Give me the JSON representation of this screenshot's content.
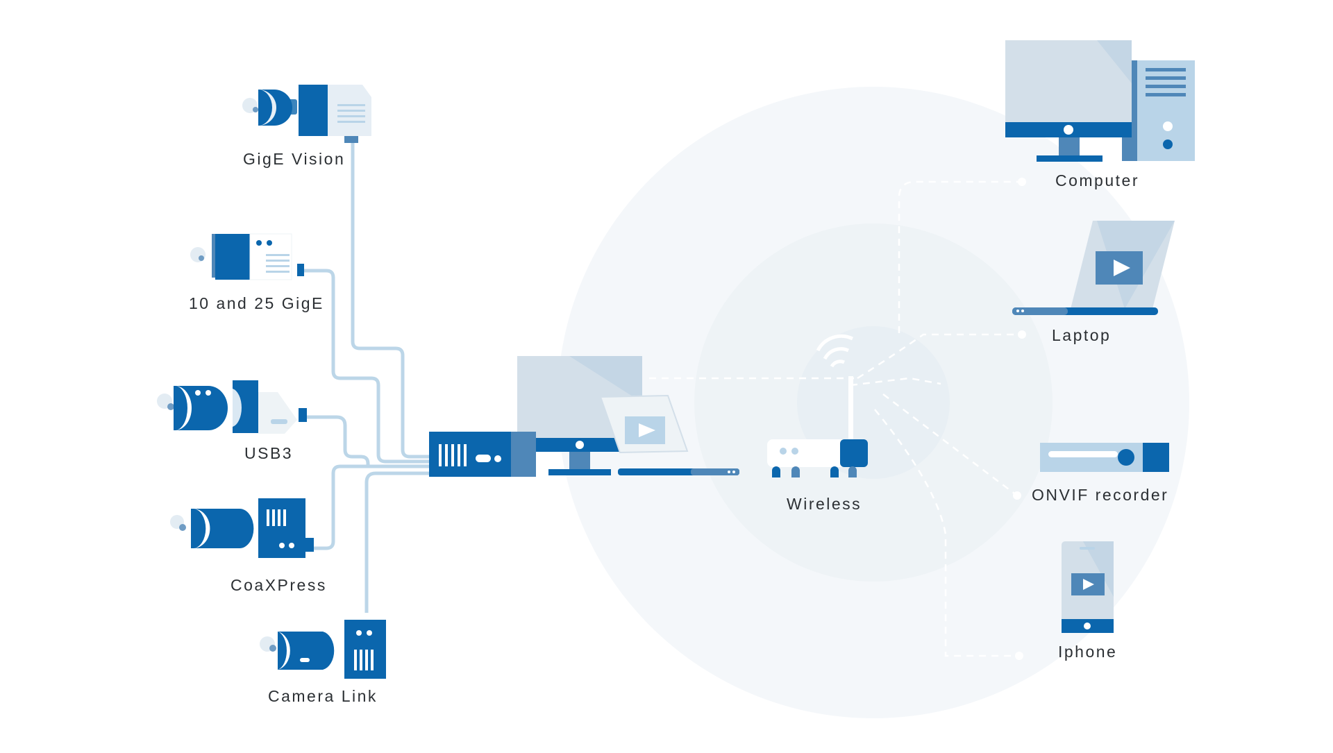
{
  "colors": {
    "primary_blue": "#0b66ad",
    "mid_blue": "#4f87b8",
    "light_blue": "#b9d4e8",
    "pale_blue": "#d3dfe9",
    "cable": "#bcd6e8",
    "circle_outer": "#f4f7fa",
    "circle_inner": "#eef3f6",
    "label_text": "#2b2f33"
  },
  "cameras": [
    {
      "label": "GigE Vision",
      "icon": "gige-vision-camera-icon"
    },
    {
      "label": "10 and 25 GigE",
      "icon": "10-25-gige-camera-icon"
    },
    {
      "label": "USB3",
      "icon": "usb3-camera-icon"
    },
    {
      "label": "CoaXPress",
      "icon": "coaxpress-camera-icon"
    },
    {
      "label": "Camera Link",
      "icon": "camera-link-camera-icon"
    }
  ],
  "hub": {
    "icons": [
      "host-server-icon",
      "monitor-icon",
      "laptop-play-icon"
    ]
  },
  "wireless": {
    "label": "Wireless",
    "icon": "wireless-router-icon"
  },
  "clients": [
    {
      "label": "Computer",
      "icon": "desktop-computer-icon"
    },
    {
      "label": "Laptop",
      "icon": "laptop-icon"
    },
    {
      "label": "ONVIF recorder",
      "icon": "onvif-recorder-icon"
    },
    {
      "label": "Iphone",
      "icon": "smartphone-icon"
    }
  ]
}
